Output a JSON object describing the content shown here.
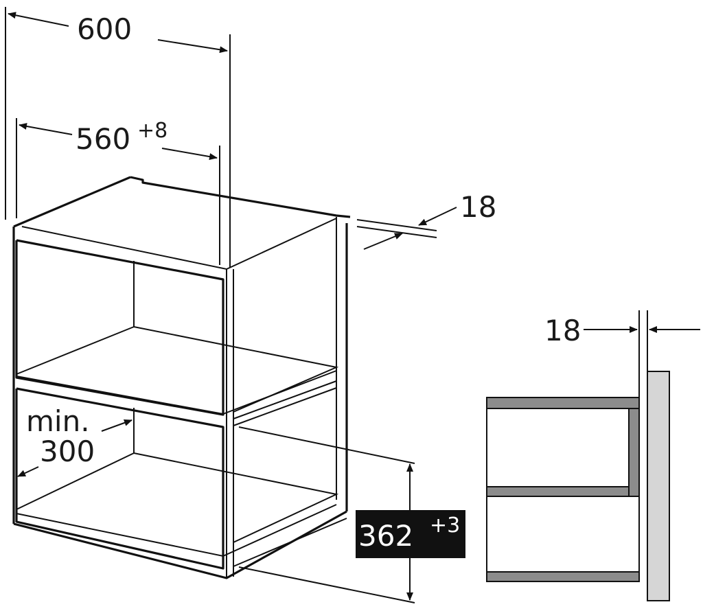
{
  "diagram": {
    "dimensions": {
      "overall_width": "600",
      "inner_width": "560",
      "inner_width_tolerance": "+8",
      "panel_thickness_top": "18",
      "min_depth_line1": "min.",
      "min_depth_line2": "300",
      "opening_height": "362",
      "opening_height_tolerance": "+3",
      "section_panel_thickness": "18"
    },
    "colors": {
      "line": "#111111",
      "label_box": "#111111",
      "shelf_fill": "#8c8c8c",
      "wall_fill": "#d6d6d6"
    }
  }
}
